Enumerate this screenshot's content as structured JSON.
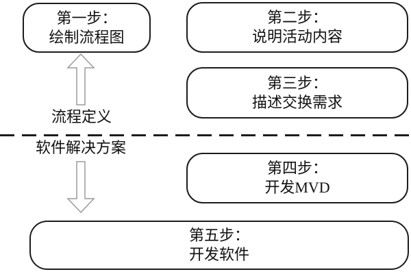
{
  "diagram": {
    "steps": [
      {
        "title": "第一步：",
        "subtitle": "绘制流程图"
      },
      {
        "title": "第二步：",
        "subtitle": "说明活动内容"
      },
      {
        "title": "第三步：",
        "subtitle": "描述交换需求"
      },
      {
        "title": "第四步：",
        "subtitle": "开发MVD"
      },
      {
        "title": "第五步：",
        "subtitle": "开发软件"
      }
    ],
    "phase_labels": {
      "process_definition": "流程定义",
      "software_solution": "软件解决方案"
    },
    "icons": {
      "up_arrow": "up-arrow-icon",
      "down_arrow": "down-arrow-icon"
    },
    "colors": {
      "background": "#ffffff",
      "box_border": "#1c1c1c",
      "text": "#111111",
      "arrow_outline": "#9a9a9a",
      "divider": "#1c1c1c"
    }
  }
}
